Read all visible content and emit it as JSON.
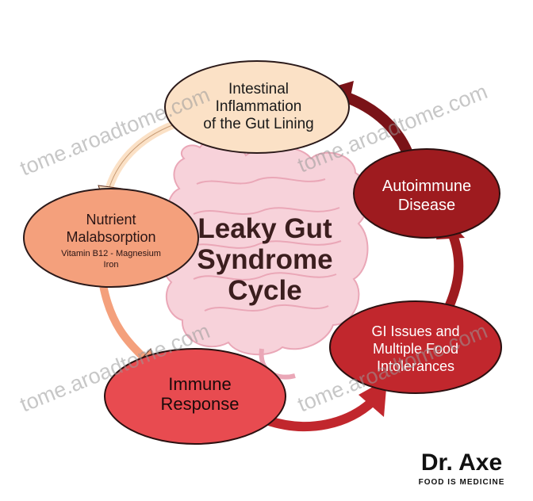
{
  "title": {
    "line1": "Leaky Gut",
    "line2": "Syndrome",
    "line3": "Cycle"
  },
  "nodes": {
    "inflammation": {
      "line1": "Intestinal",
      "line2": "Inflammation",
      "line3": "of the Gut Lining"
    },
    "autoimmune": {
      "line1": "Autoimmune",
      "line2": "Disease"
    },
    "gi_issues": {
      "line1": "GI Issues and",
      "line2": "Multiple Food",
      "line3": "Intolerances"
    },
    "immune": {
      "line1": "Immune",
      "line2": "Response"
    },
    "nutrient": {
      "line1": "Nutrient",
      "line2": "Malabsorption",
      "sub1": "Vitamin B12 - Magnesium",
      "sub2": "Iron"
    }
  },
  "watermark": "tome.aroadtome.com",
  "logo": {
    "brand": "Dr. Axe",
    "tagline": "FOOD IS MEDICINE"
  },
  "colors": {
    "inflammation_fill": "#fbe1c6",
    "autoimmune_fill": "#9e1b1f",
    "gi_fill": "#c1272d",
    "immune_fill": "#e84b50",
    "nutrient_fill": "#f4a07c",
    "title_color": "#3b1e1e",
    "gut_pink": "#f3b6c2"
  }
}
